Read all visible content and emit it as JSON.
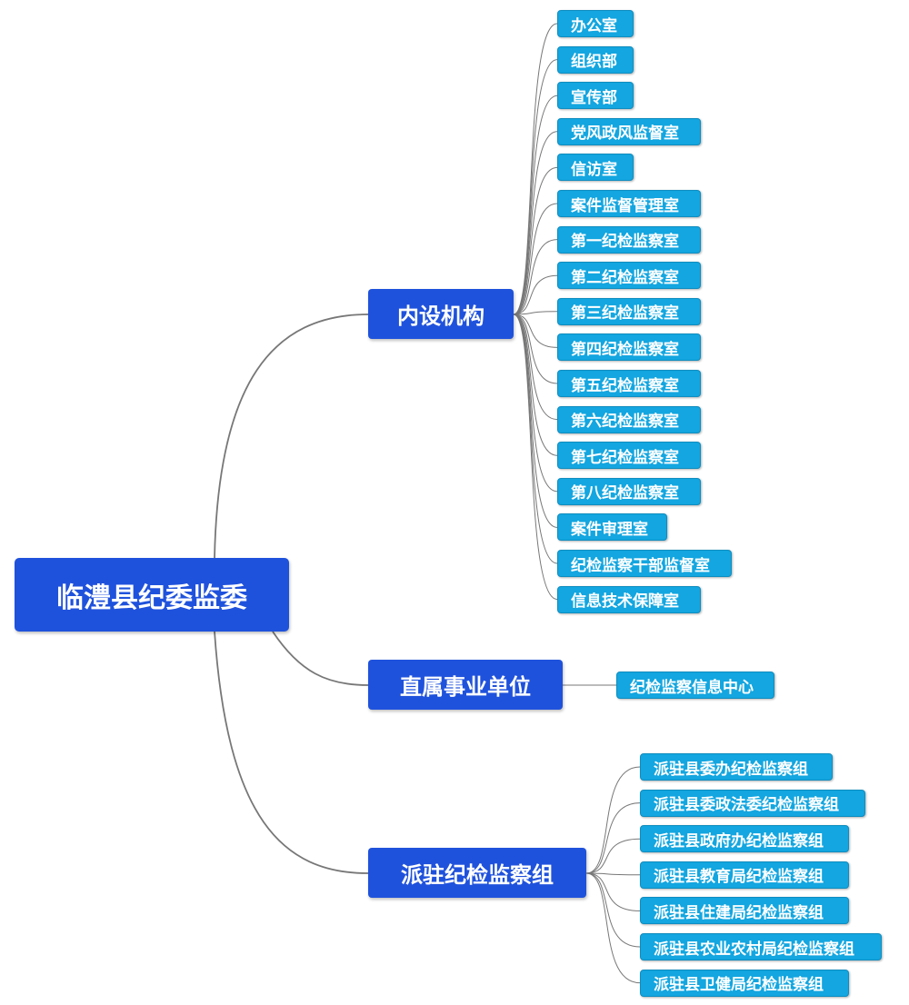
{
  "root": {
    "label": "临澧县纪委监委"
  },
  "branches": [
    {
      "label": "内设机构",
      "children": [
        "办公室",
        "组织部",
        "宣传部",
        "党风政风监督室",
        "信访室",
        "案件监督管理室",
        "第一纪检监察室",
        "第二纪检监察室",
        "第三纪检监察室",
        "第四纪检监察室",
        "第五纪检监察室",
        "第六纪检监察室",
        "第七纪检监察室",
        "第八纪检监察室",
        "案件审理室",
        "纪检监察干部监督室",
        "信息技术保障室"
      ]
    },
    {
      "label": "直属事业单位",
      "children": [
        "纪检监察信息中心"
      ]
    },
    {
      "label": "派驻纪检监察组",
      "children": [
        "派驻县委办纪检监察组",
        "派驻县委政法委纪检监察组",
        "派驻县政府办纪检监察组",
        "派驻县教育局纪检监察组",
        "派驻县住建局纪检监察组",
        "派驻县农业农村局纪检监察组",
        "派驻县卫健局纪检监察组"
      ]
    }
  ],
  "colors": {
    "root_fill": "#1f52dc",
    "branch_fill": "#1f52dc",
    "leaf_fill": "#13a6e0",
    "connector": "#777777"
  }
}
